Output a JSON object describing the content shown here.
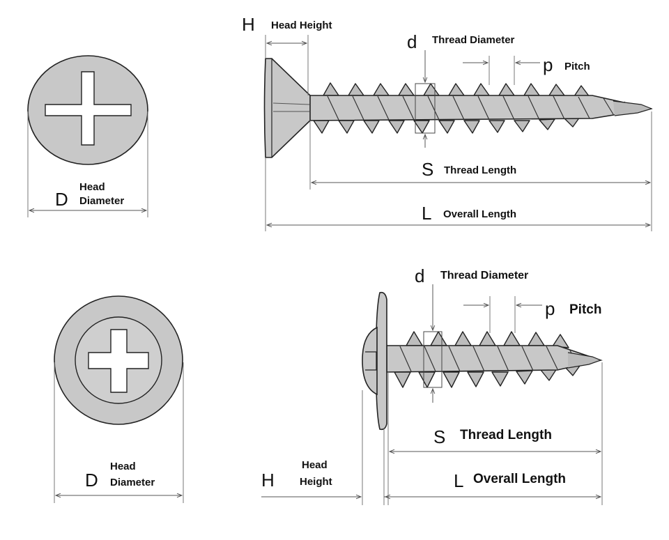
{
  "diagram": {
    "top_screw": {
      "head_view": {
        "symbol": "D",
        "label_line1": "Head",
        "label_line2": "Diameter"
      },
      "head_height": {
        "symbol": "H",
        "label": "Head Height"
      },
      "thread_diameter": {
        "symbol": "d",
        "label": "Thread Diameter"
      },
      "pitch": {
        "symbol": "p",
        "label": "Pitch"
      },
      "thread_length": {
        "symbol": "S",
        "label": "Thread Length"
      },
      "overall_length": {
        "symbol": "L",
        "label": "Overall Length"
      }
    },
    "bottom_screw": {
      "head_view": {
        "symbol": "D",
        "label_line1": "Head",
        "label_line2": "Diameter"
      },
      "head_height": {
        "symbol": "H",
        "label_line1": "Head",
        "label_line2": "Height"
      },
      "thread_diameter": {
        "symbol": "d",
        "label": "Thread Diameter"
      },
      "pitch": {
        "symbol": "p",
        "label": "Pitch"
      },
      "thread_length": {
        "symbol": "S",
        "label": "Thread Length"
      },
      "overall_length": {
        "symbol": "L",
        "label": "Overall Length"
      }
    }
  },
  "colors": {
    "metal": "#c8c8c8",
    "outline": "#222222",
    "dimension_line": "#555555"
  }
}
